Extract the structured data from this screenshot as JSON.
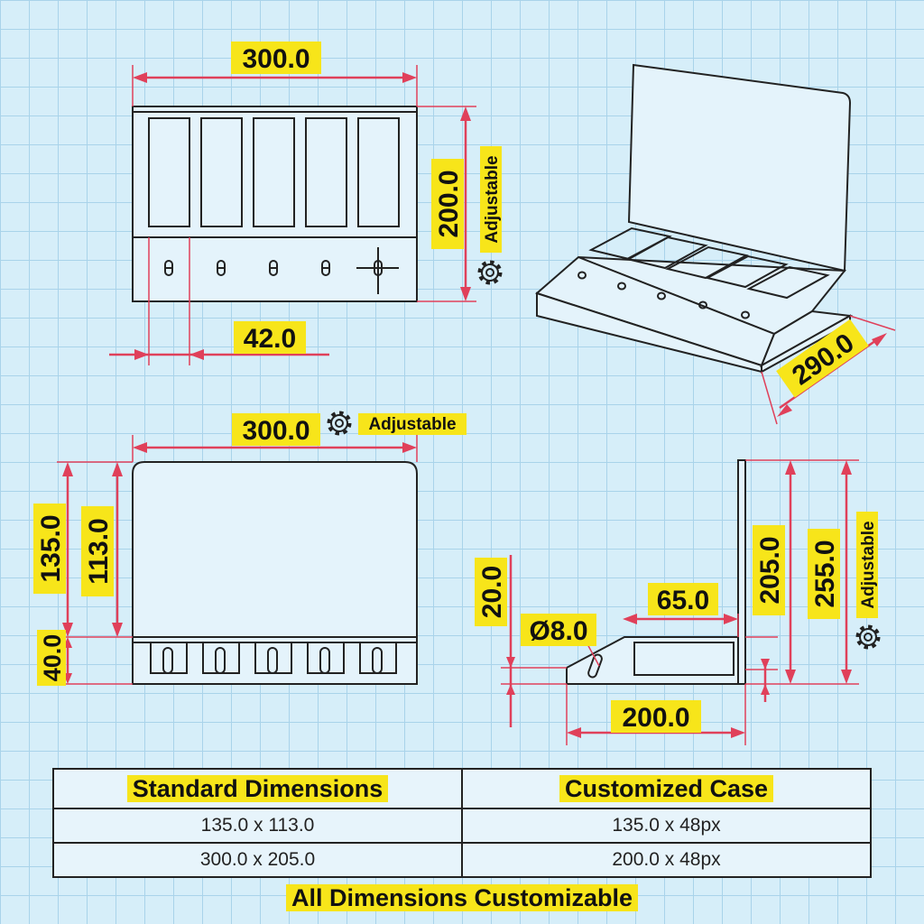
{
  "top_view": {
    "width_dim": "300.0",
    "height_dim": "200.0",
    "height_note": "Adjustable",
    "slot_dim": "42.0"
  },
  "iso_view": {
    "depth_dim": "290.0"
  },
  "front_view": {
    "width_dim": "300.0",
    "width_note": "Adjustable",
    "overall_height_dim": "135.0",
    "panel_height_dim": "113.0",
    "base_height_dim": "40.0"
  },
  "side_view": {
    "base_rise_dim": "20.0",
    "hole_dim": "Ø8.0",
    "tray_dim": "65.0",
    "panel_dim": "205.0",
    "overall_dim": "255.0",
    "overall_note": "Adjustable",
    "base_length_dim": "200.0"
  },
  "table": {
    "headers": [
      "Standard Dimensions",
      "Customized Case"
    ],
    "rows": [
      [
        "135.0 x 113.0",
        "135.0 x 48px"
      ],
      [
        "300.0 x 205.0",
        "200.0 x 48px"
      ]
    ]
  },
  "footer": "All Dimensions Customizable",
  "colors": {
    "background": "#d6eef9",
    "grid": "#a9d3ea",
    "dimension_line": "#e0405a",
    "highlight": "#f7e51a",
    "outline": "#222222"
  },
  "icons": [
    "gear-icon"
  ]
}
